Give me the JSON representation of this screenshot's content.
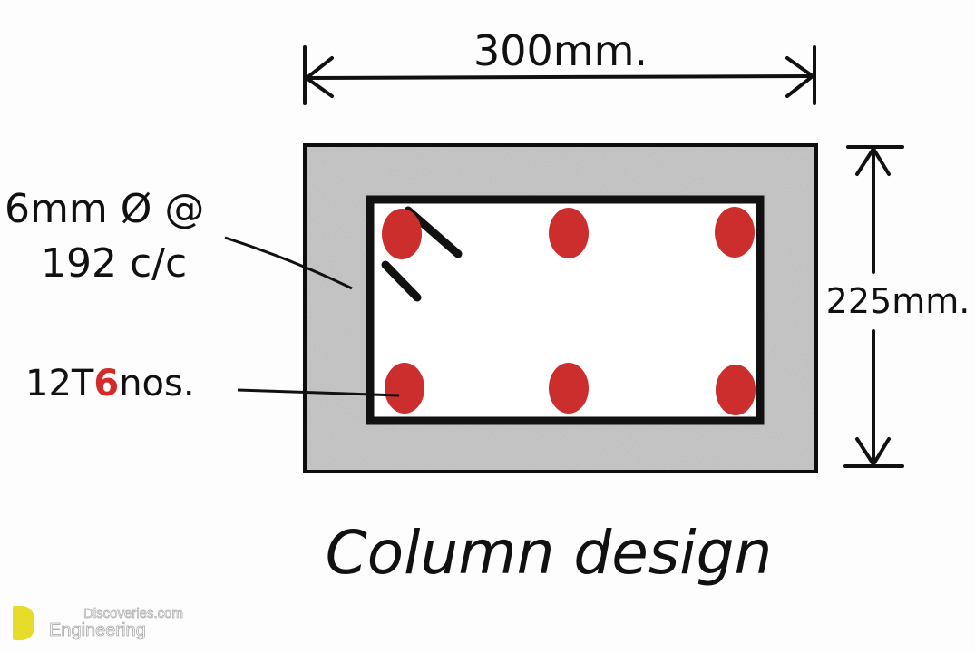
{
  "dimensions": {
    "width_label": "300mm.",
    "height_label": "225mm."
  },
  "labels": {
    "tie_line1": "6mm Ø @",
    "tie_line2": "192 c/c",
    "bars_prefix": "12T",
    "bars_highlight": "6",
    "bars_suffix": "nos."
  },
  "title": "Column design",
  "watermark": {
    "line1": "Discoveries.com",
    "line2": "Engineering"
  },
  "colors": {
    "rebar": "#cc2e2e",
    "concrete": "#c8c8c8",
    "highlight": "#d42a2a"
  }
}
